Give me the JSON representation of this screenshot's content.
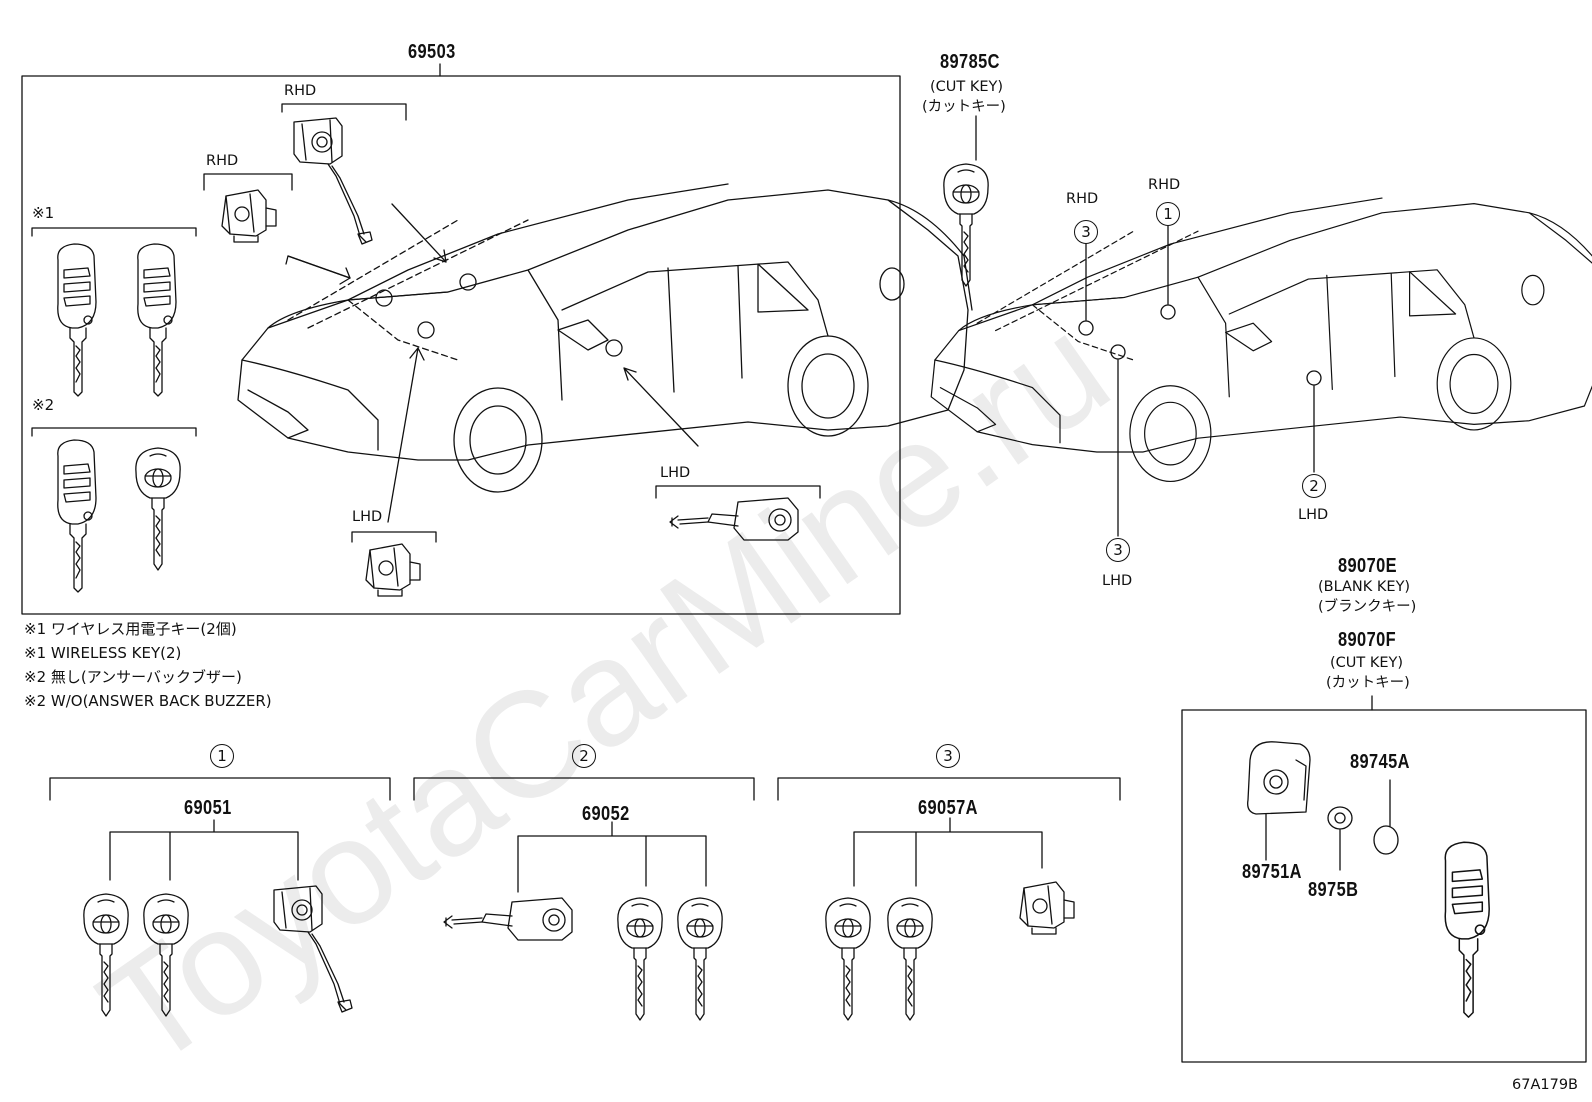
{
  "watermark": "ToyotaCarMine.ru",
  "figure_code": "67A179B",
  "parts": {
    "lock_set": "69503",
    "cut_key_c": "89785C",
    "blank_key": "89070E",
    "cut_key_f": "89070F",
    "ignition_set": "69051",
    "door_set": "69052",
    "lock_set_a": "69057A",
    "battery": "89745A",
    "case": "89751A",
    "seal": "8975B"
  },
  "key_labels": {
    "cut_key_en": "(CUT KEY)",
    "cut_key_jp": "(カットキー)",
    "blank_key_en": "(BLANK KEY)",
    "blank_key_jp": "(ブランクキー)"
  },
  "position_labels": {
    "rhd": "RHD",
    "lhd": "LHD"
  },
  "notes": [
    "※1 ワイヤレス用電子キー(2個)",
    "※1 WIRELESS KEY(2)",
    "※2 無し(アンサーバックブザー)",
    "※2 W/O(ANSWER BACK BUZZER)"
  ],
  "markers": {
    "note1": "※1",
    "note2": "※2"
  },
  "callouts": {
    "one": "1",
    "two": "2",
    "three": "3"
  }
}
